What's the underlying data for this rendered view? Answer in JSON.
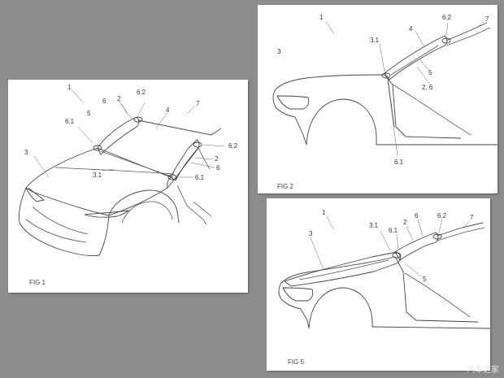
{
  "fig1": {
    "caption": "FIG 1",
    "labels": {
      "l1": "1",
      "l5": "5",
      "l62a": "6.2",
      "l6a": "6",
      "l2a": "2",
      "l4": "4",
      "l7": "7",
      "l61a": "6.1",
      "l3": "3",
      "l31": "3.1",
      "l62b": "6.2",
      "l2b": "2",
      "l6b": "6",
      "l61b": "6.1"
    }
  },
  "fig2": {
    "caption": "FIG 2",
    "labels": {
      "l1": "1",
      "l62": "6.2",
      "l7": "7",
      "l31": "3.1",
      "l4": "4",
      "l3": "3",
      "l5": "5",
      "l26": "2, 6",
      "l61": "6.1"
    }
  },
  "fig5": {
    "caption": "FIG 5",
    "labels": {
      "l1": "1",
      "l31": "3.1",
      "l61": "6.1",
      "l2": "2",
      "l6": "6",
      "l62": "6.2",
      "l7": "7",
      "l3": "3",
      "l5": "5"
    }
  },
  "watermark": "汽车之家"
}
